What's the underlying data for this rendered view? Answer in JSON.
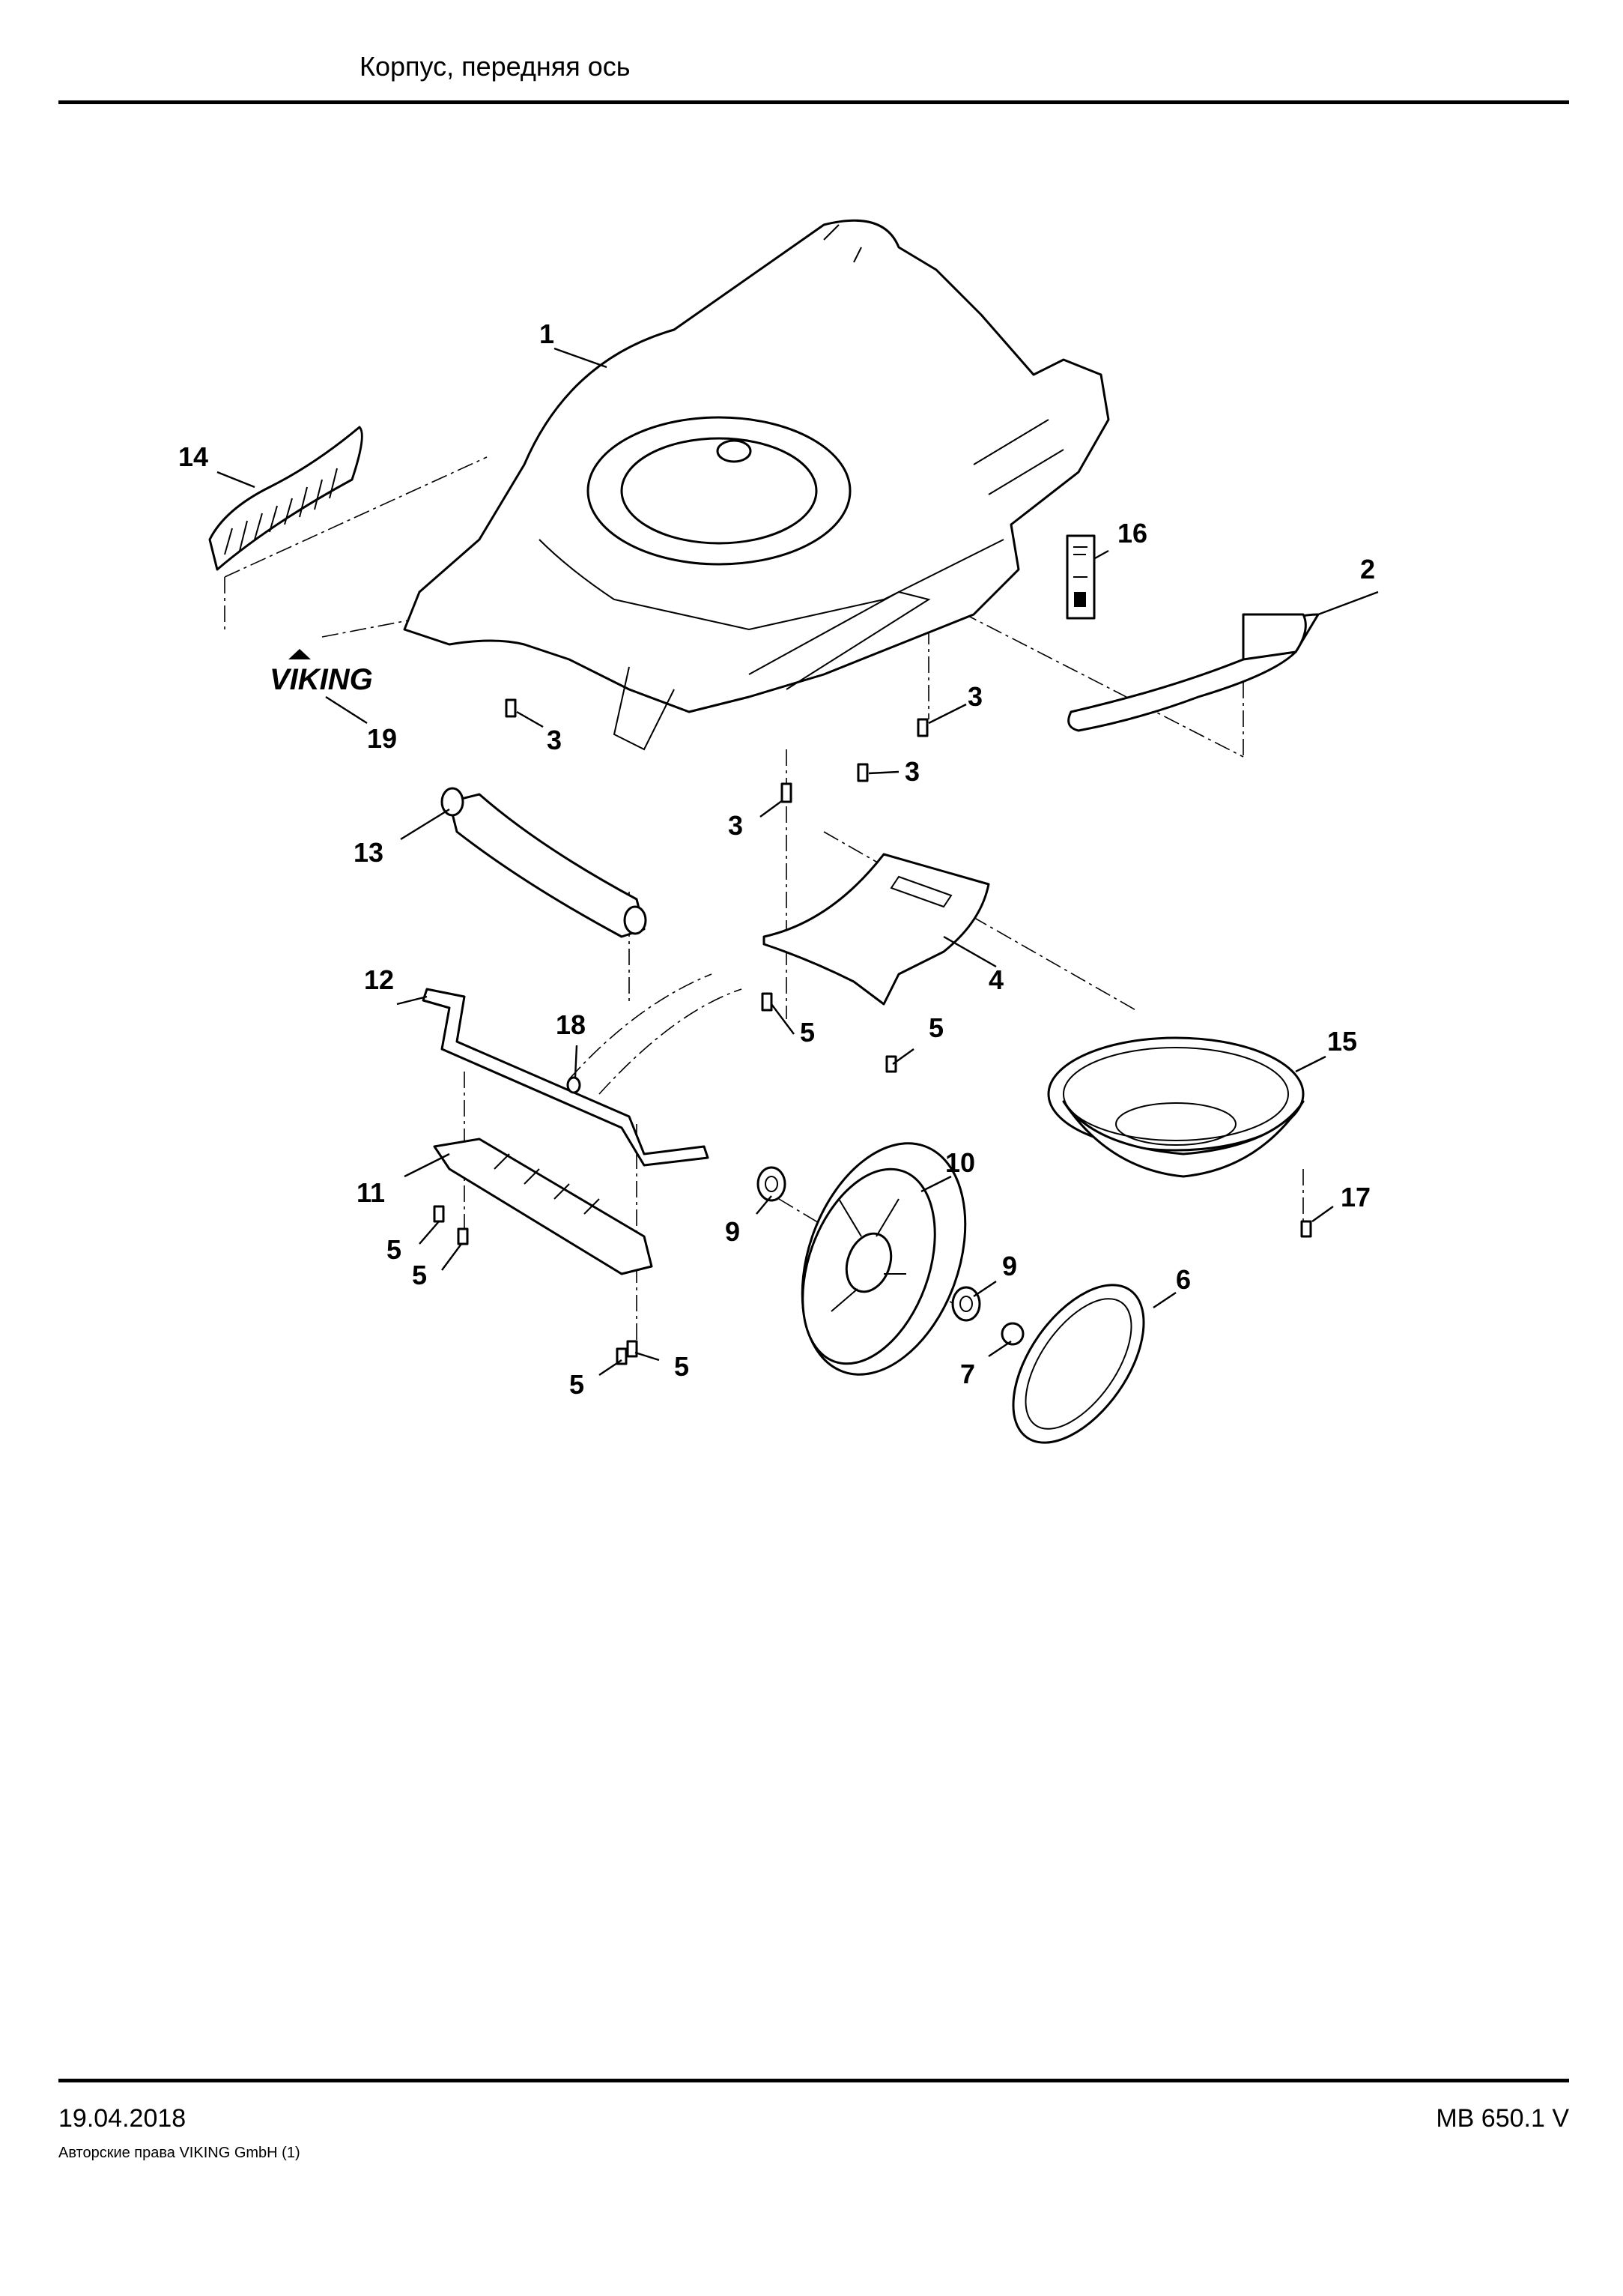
{
  "header": {
    "title": "Корпус, передняя ось"
  },
  "footer": {
    "date": "19.04.2018",
    "model": "MB 650.1 V",
    "copyright": "Авторские права VIKING GmbH  (1)"
  },
  "diagram": {
    "logo_text": "VIKING",
    "callouts": {
      "c1": "1",
      "c2": "2",
      "c3a": "3",
      "c3b": "3",
      "c3c": "3",
      "c3d": "3",
      "c4": "4",
      "c5a": "5",
      "c5b": "5",
      "c5c": "5",
      "c5d": "5",
      "c5e": "5",
      "c5f": "5",
      "c6": "6",
      "c7": "7",
      "c9a": "9",
      "c9b": "9",
      "c10": "10",
      "c11": "11",
      "c12": "12",
      "c13": "13",
      "c14": "14",
      "c15": "15",
      "c16": "16",
      "c17": "17",
      "c18": "18",
      "c19": "19"
    }
  }
}
